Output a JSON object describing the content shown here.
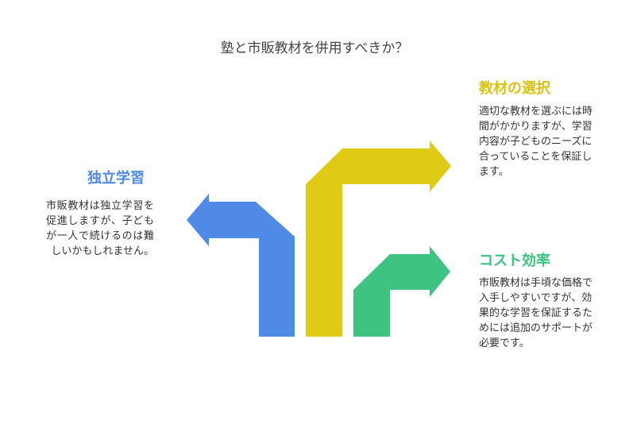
{
  "title": "塾と市販教材を併用すべきか？",
  "colors": {
    "blue": "#4e8ae6",
    "yellow": "#dfcb16",
    "green": "#3ec480"
  },
  "options": [
    {
      "heading": "独立学習",
      "text": "市販教材は独立学習を促進しますが、子どもが一人で続けるのは難しいかもしれません。"
    },
    {
      "heading": "教材の選択",
      "text": "適切な教材を選ぶには時間がかかりますが、学習内容が子どものニーズに合っていることを保証します。"
    },
    {
      "heading": "コスト効率",
      "text": "市販教材は手頃な価格で入手しやすいですが、効果的な学習を保証するためには追加のサポートが必要です。"
    }
  ]
}
